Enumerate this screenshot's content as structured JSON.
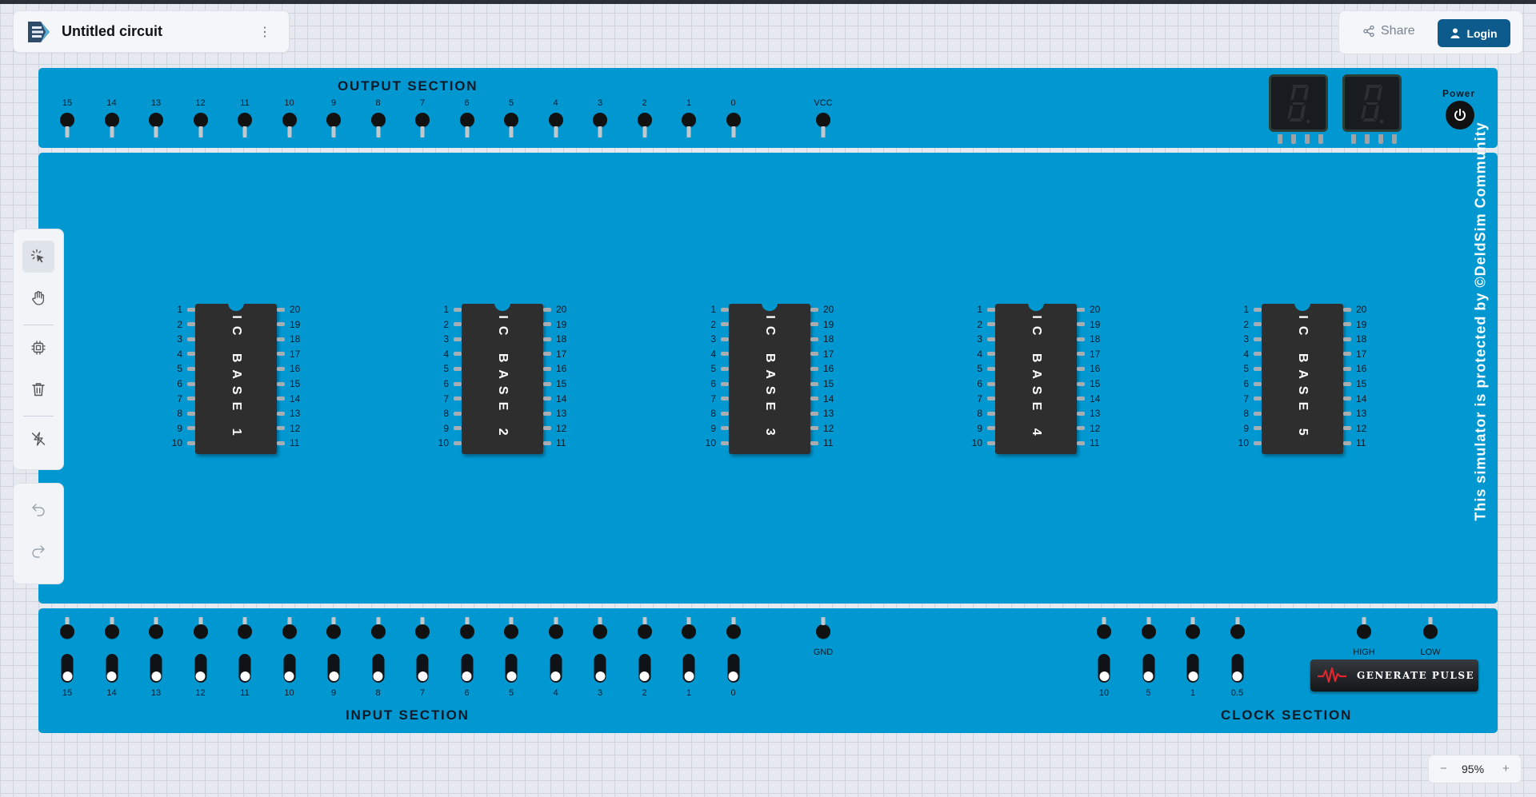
{
  "header": {
    "title": "Untitled circuit",
    "share_label": "Share",
    "login_label": "Login",
    "menu_icon": "kebab-menu-icon",
    "colors": {
      "login_bg": "#0d5b8c",
      "board": "#0198d2",
      "grid_bg": "#e6eaf0"
    }
  },
  "output_section": {
    "title": "OUTPUT SECTION",
    "terminals": [
      "15",
      "14",
      "13",
      "12",
      "11",
      "10",
      "9",
      "8",
      "7",
      "6",
      "5",
      "4",
      "3",
      "2",
      "1",
      "0"
    ],
    "vcc_label": "VCC",
    "power_label": "Power"
  },
  "input_section": {
    "title": "INPUT SECTION",
    "switches": [
      "15",
      "14",
      "13",
      "12",
      "11",
      "10",
      "9",
      "8",
      "7",
      "6",
      "5",
      "4",
      "3",
      "2",
      "1",
      "0"
    ],
    "gnd_label": "GND"
  },
  "clock_section": {
    "title": "CLOCK SECTION",
    "frequencies": [
      "10",
      "5",
      "1",
      "0.5"
    ],
    "high_label": "HIGH",
    "low_label": "LOW",
    "pulse_label": "GENERATE PULSE"
  },
  "ic_bases": [
    "IC BASE 1",
    "IC BASE 2",
    "IC BASE 3",
    "IC BASE 4",
    "IC BASE 5"
  ],
  "ic_pins_left": [
    "1",
    "2",
    "3",
    "4",
    "5",
    "6",
    "7",
    "8",
    "9",
    "10"
  ],
  "ic_pins_right": [
    "20",
    "19",
    "18",
    "17",
    "16",
    "15",
    "14",
    "13",
    "12",
    "11"
  ],
  "protection_text": "This simulator is protected by ©DeldSim Community",
  "zoom": {
    "value": "95%",
    "minus": "−",
    "plus": "+"
  },
  "toolbar": {
    "tools": [
      "select-icon",
      "hand-pan-icon",
      "chip-icon",
      "trash-icon",
      "unwire-icon"
    ],
    "history": [
      "undo-icon",
      "redo-icon"
    ]
  }
}
